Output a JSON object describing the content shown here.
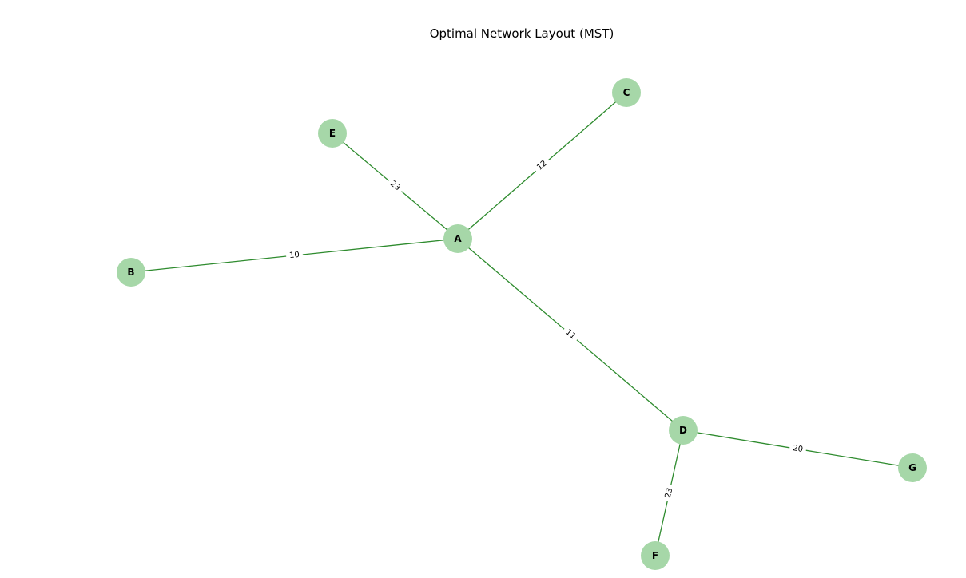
{
  "title": "Optimal Network Layout (MST)",
  "colors": {
    "node_fill": "#a6d7a8",
    "edge_stroke": "#2e8b2e",
    "label_bg": "#ffffff"
  },
  "nodes": [
    {
      "id": "A"
    },
    {
      "id": "B"
    },
    {
      "id": "C"
    },
    {
      "id": "D"
    },
    {
      "id": "E"
    },
    {
      "id": "F"
    },
    {
      "id": "G"
    }
  ],
  "edges": [
    {
      "source": "A",
      "target": "B",
      "weight": "10"
    },
    {
      "source": "A",
      "target": "C",
      "weight": "12"
    },
    {
      "source": "A",
      "target": "E",
      "weight": "23"
    },
    {
      "source": "A",
      "target": "D",
      "weight": "11"
    },
    {
      "source": "D",
      "target": "G",
      "weight": "20"
    },
    {
      "source": "D",
      "target": "F",
      "weight": "23"
    }
  ]
}
